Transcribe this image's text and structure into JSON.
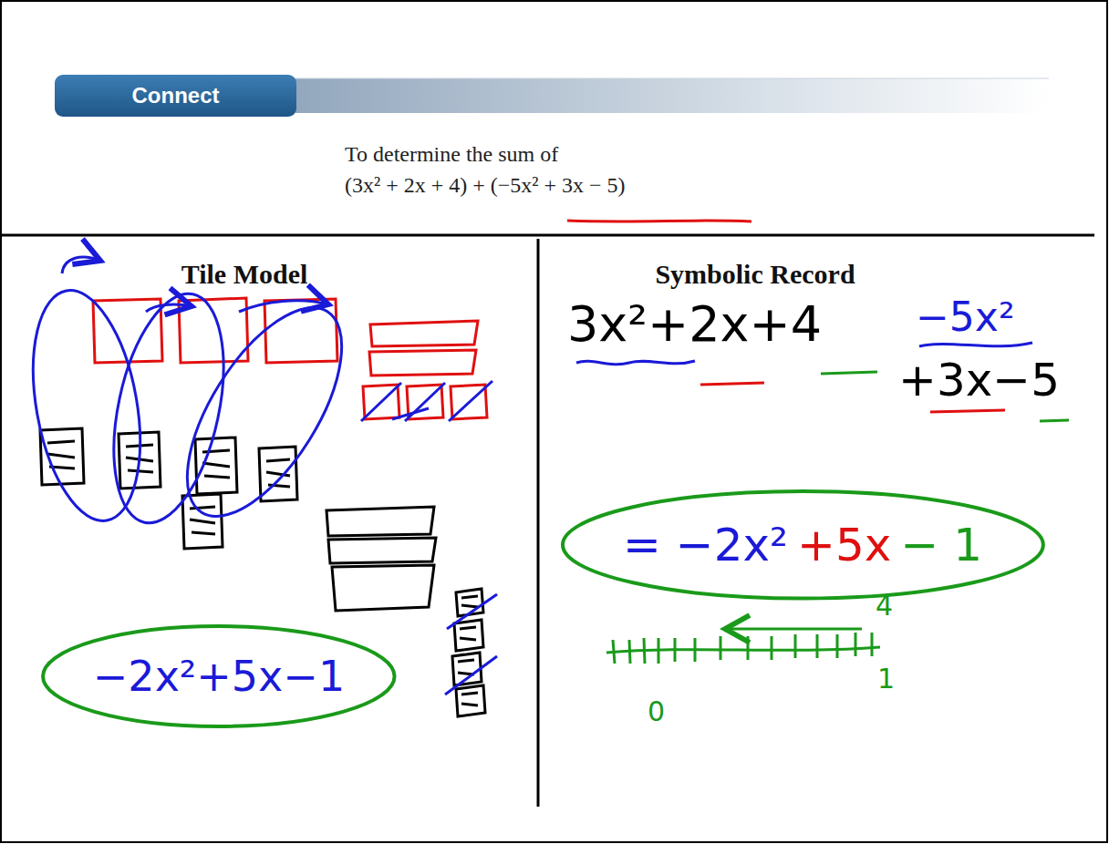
{
  "diagram": {
    "nodes": [
      {
        "text": [
          "Connect"
        ]
      },
      {
        "text": [
          "= −2x²",
          "+5x",
          "− 1"
        ]
      },
      {
        "text": [
          "−2x²+5x−1"
        ]
      }
    ],
    "labels": [
      "To determine the sum of",
      "(3x² + 2x + 4) + (−5x² + 3x − 5)",
      "Tile Model",
      "Symbolic Record",
      "3x²+2x+4",
      "−5x²",
      "+3x−5",
      "4",
      "1",
      "0"
    ]
  }
}
